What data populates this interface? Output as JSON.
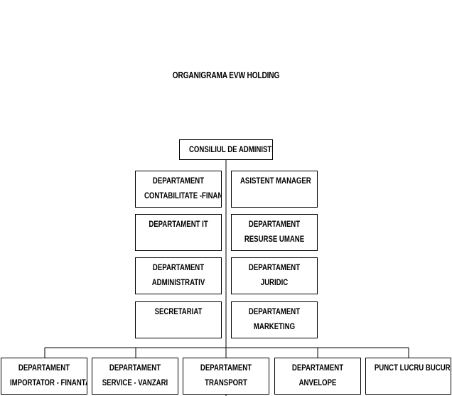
{
  "title": "ORGANIGRAMA EVW HOLDING",
  "top": {
    "lines": [
      "CONSILIUL DE ADMINISTRATIE"
    ]
  },
  "left_column": [
    {
      "lines": [
        "DEPARTAMENT",
        "CONTABILITATE -FINANCIAR"
      ]
    },
    {
      "lines": [
        "DEPARTAMENT IT"
      ]
    },
    {
      "lines": [
        "DEPARTAMENT",
        "ADMINISTRATIV"
      ]
    },
    {
      "lines": [
        "SECRETARIAT"
      ]
    }
  ],
  "right_column": [
    {
      "lines": [
        "ASISTENT MANAGER"
      ]
    },
    {
      "lines": [
        "DEPARTAMENT",
        "RESURSE UMANE"
      ]
    },
    {
      "lines": [
        "DEPARTAMENT",
        "JURIDIC"
      ]
    },
    {
      "lines": [
        "DEPARTAMENT",
        "MARKETING"
      ]
    }
  ],
  "bottom_row": [
    {
      "lines": [
        "DEPARTAMENT",
        "IMPORTATOR - FINANTARE"
      ]
    },
    {
      "lines": [
        "DEPARTAMENT",
        "SERVICE - VANZARI"
      ]
    },
    {
      "lines": [
        "DEPARTAMENT",
        "TRANSPORT"
      ]
    },
    {
      "lines": [
        "DEPARTAMENT",
        "ANVELOPE"
      ]
    },
    {
      "lines": [
        "PUNCT LUCRU BUCURESTI"
      ]
    }
  ]
}
